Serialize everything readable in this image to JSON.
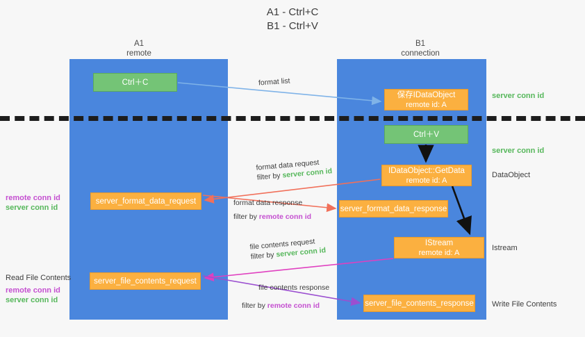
{
  "title": {
    "line1": "A1 - Ctrl+C",
    "line2": "B1 - Ctrl+V"
  },
  "columns": [
    {
      "name": "A1",
      "role": "remote"
    },
    {
      "name": "B1",
      "role": "connection"
    }
  ],
  "nodes": {
    "ctrl_c": {
      "label": "Ctrl＋C",
      "color": "#74c476"
    },
    "save_idataobject": {
      "line1": "保存IDataObject",
      "line2": "remote id: A",
      "color": "#fbb040"
    },
    "ctrl_v": {
      "label": "Ctrl＋V",
      "color": "#74c476"
    },
    "getdata": {
      "line1": "IDataObject::GetData",
      "line2": "remote id: A",
      "color": "#fbb040"
    },
    "istream": {
      "line1": "IStream",
      "line2": "remote id: A",
      "color": "#fbb040"
    },
    "server_format_data_request": {
      "label": "server_format_data_request",
      "color": "#fbb040"
    },
    "server_format_data_response": {
      "label": "server_format_data_response",
      "color": "#fbb040"
    },
    "server_file_contents_request": {
      "label": "server_file_contents_request",
      "color": "#fbb040"
    },
    "server_file_contents_response": {
      "label": "server_file_contents_response",
      "color": "#fbb040"
    }
  },
  "edge_labels": {
    "format_list": "format list",
    "format_data_request": "format data request",
    "format_data_request_filter_prefix": "filter by ",
    "format_data_request_filter_value": "server conn id",
    "format_data_response": "format data response",
    "format_data_response_filter_prefix": "filter by ",
    "format_data_response_filter_value": "remote conn id",
    "file_contents_request": "file contents request",
    "file_contents_request_filter_prefix": "filter by ",
    "file_contents_request_filter_value": "server conn id",
    "file_contents_response": "file contents response",
    "file_contents_response_filter_prefix": "filter by ",
    "file_contents_response_filter_value": "remote conn id"
  },
  "annotations": {
    "right_server_conn_id_1": "server conn id",
    "right_server_conn_id_2": "server conn id",
    "right_dataobject": "DataObject",
    "right_istream": "Istream",
    "right_write_file_contents": "Write File Contents",
    "left_remote_conn_id_1": "remote conn id",
    "left_server_conn_id_1": "server conn id",
    "left_read_file_contents": "Read File Contents",
    "left_remote_conn_id_2": "remote conn id",
    "left_server_conn_id_2": "server conn id"
  },
  "colors": {
    "lane": "#4a86dd",
    "green_box": "#74c476",
    "orange_box": "#fbb040",
    "green_text": "#56b75b",
    "purple_text": "#c44fd0",
    "arrow_blue": "#7fb3e8",
    "arrow_red": "#f1705a",
    "arrow_magenta": "#e040c0",
    "arrow_purple": "#9b4fd0",
    "arrow_black": "#111111",
    "separator": "#1d1d1d",
    "background": "#f7f7f7"
  }
}
